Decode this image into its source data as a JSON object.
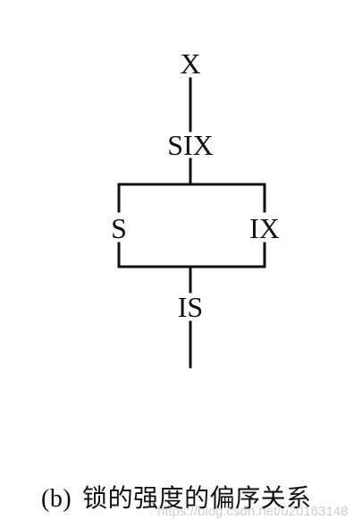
{
  "diagram": {
    "nodes": {
      "x": "X",
      "six": "SIX",
      "s": "S",
      "ix": "IX",
      "is": "IS"
    },
    "edges": [
      [
        "X",
        "SIX"
      ],
      [
        "SIX",
        "S"
      ],
      [
        "SIX",
        "IX"
      ],
      [
        "S",
        "IS"
      ],
      [
        "IX",
        "IS"
      ],
      [
        "IS",
        "bottom"
      ]
    ]
  },
  "caption": {
    "tag": "(b)",
    "text": "锁的强度的偏序关系"
  },
  "watermark": "https://blog.csdn.net/u20163148"
}
